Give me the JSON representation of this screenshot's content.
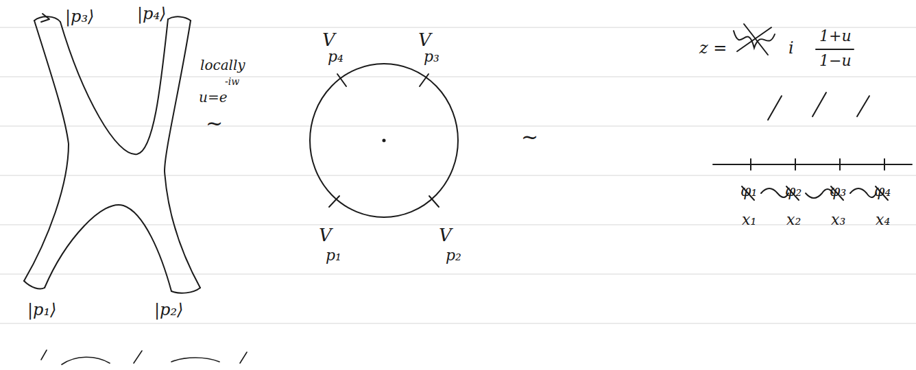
{
  "diagram": {
    "labels": [
      "|p₃⟩",
      "|p₄⟩",
      "locally",
      "u=e",
      "-iw",
      "~",
      "|p₁⟩",
      "|p₂⟩",
      "V",
      "p₄",
      "V",
      "p₃",
      "~",
      "z =",
      "i",
      "1+u",
      "1−u",
      "V",
      "p₁",
      "V",
      "p₂",
      "φ₁",
      "φ₂",
      "φ₃",
      "φ₄",
      "x₁",
      "x₂",
      "x₃",
      "x₄"
    ]
  }
}
